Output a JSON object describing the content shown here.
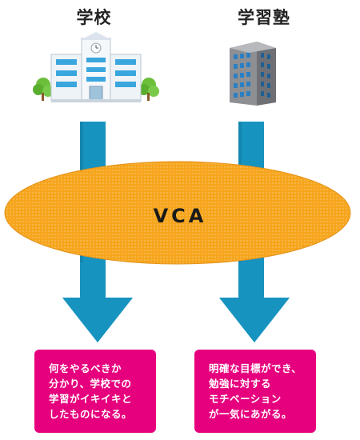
{
  "columns": {
    "school": {
      "title": "学校",
      "icon": "school-building-icon",
      "message": [
        "何をやるべきか",
        "分かり、学校での",
        "学習がイキイキと",
        "したものになる。"
      ]
    },
    "juku": {
      "title": "学習塾",
      "icon": "office-building-icon",
      "message": [
        "明確な目標ができ、",
        "勉強に対する",
        "モチベーション",
        "が一気にあがる。"
      ]
    }
  },
  "center": {
    "label": "VCA"
  },
  "colors": {
    "arrow": "#1793bf",
    "ellipse": "#f5a623",
    "note": "#e6007e"
  }
}
